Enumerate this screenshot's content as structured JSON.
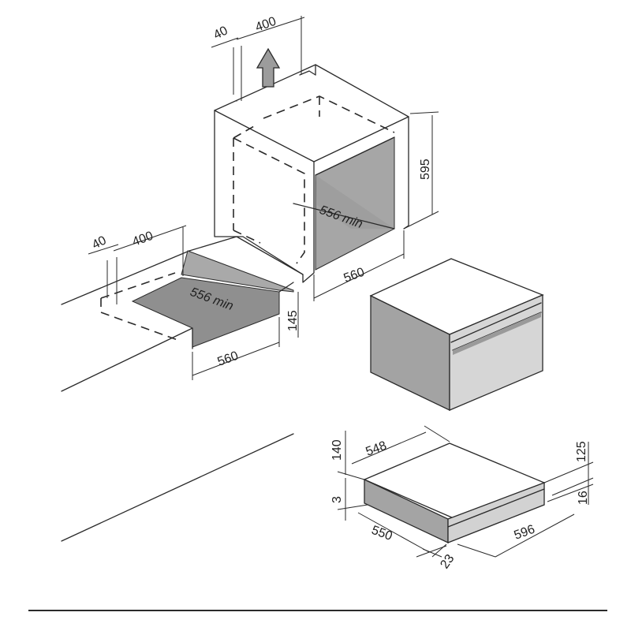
{
  "figure": {
    "colors": {
      "line": "#2a2a2a",
      "cavity": "#a6a6a6",
      "appliance_front": "#9c9c9c",
      "appliance_light": "#d4d4d4",
      "background": "#ffffff"
    },
    "upper_install": {
      "gap_depth": "40",
      "vent_width": "400",
      "height": "595",
      "min_depth": "556 min",
      "width": "560"
    },
    "lower_install": {
      "gap_depth": "40",
      "vent_width": "400",
      "min_depth": "556 min",
      "height": "145",
      "width": "560"
    },
    "drawer": {
      "depth_top": "548",
      "height_body": "140",
      "height_front": "125",
      "offset": "3",
      "front_thickness": "16",
      "depth_bottom": "550",
      "width": "596",
      "handle_depth": "23"
    },
    "icons": {
      "airflow": "up-arrow-icon"
    }
  }
}
